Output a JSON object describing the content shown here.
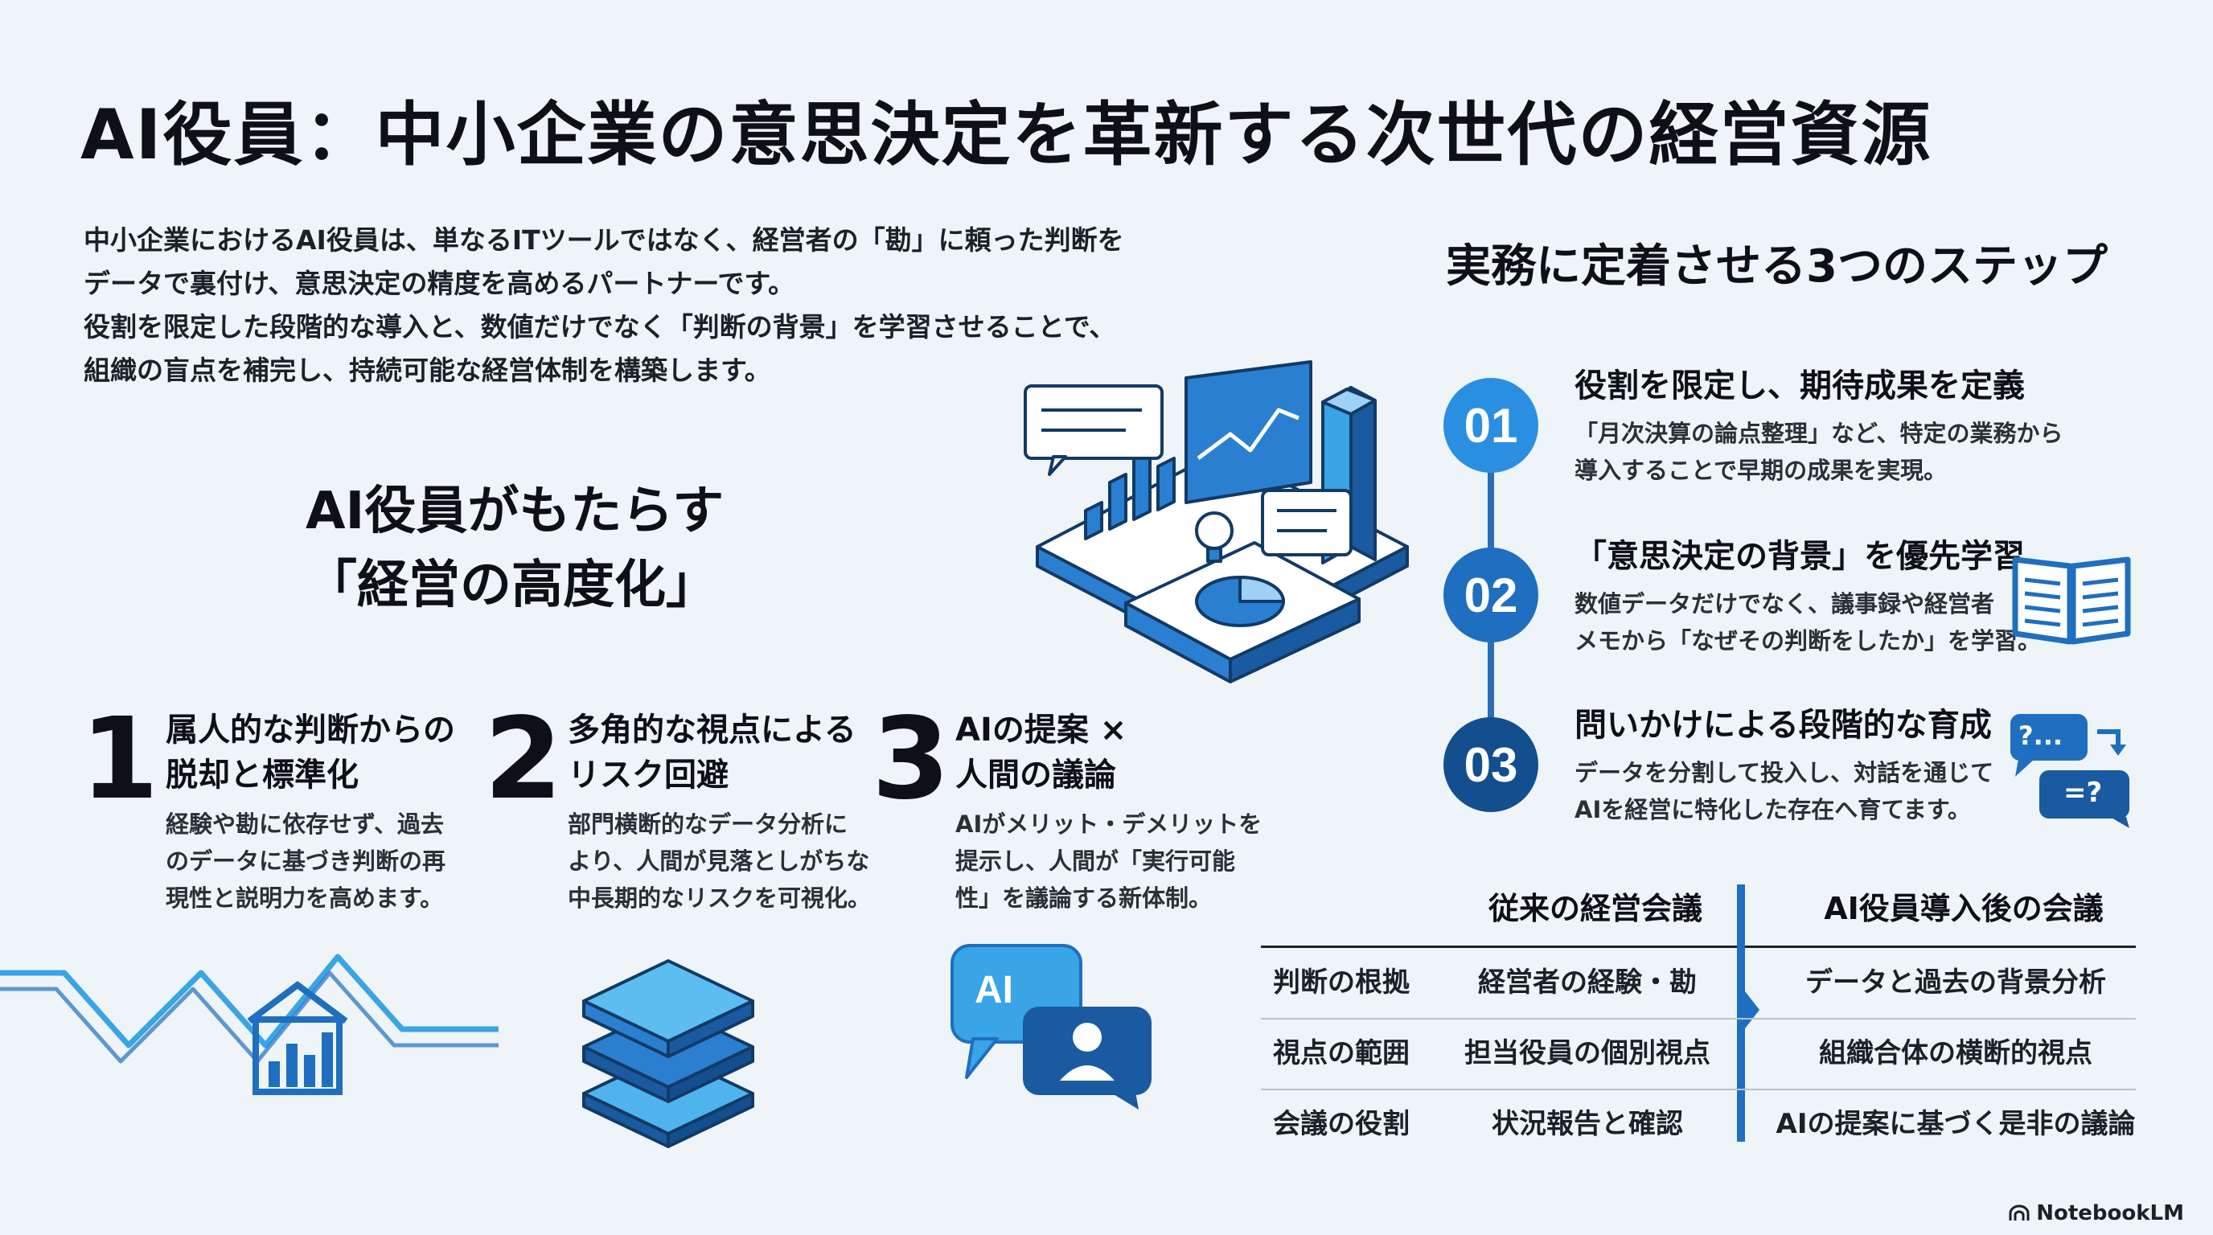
{
  "title": "AI役員：中小企業の意思決定を革新する次世代の経営資源",
  "intro": [
    "中小企業におけるAI役員は、単なるITツールではなく、経営者の「勘」に頼った判断を",
    "データで裏付け、意思決定の精度を高めるパートナーです。",
    "役割を限定した段階的な導入と、数値だけでなく「判断の背景」を学習させることで、",
    "組織の盲点を補完し、持続可能な経営体制を構築します。"
  ],
  "benefits_heading": [
    "AI役員がもたらす",
    "「経営の高度化」"
  ],
  "benefits": [
    {
      "number": "1",
      "title": [
        "属人的な判断からの",
        "脱却と標準化"
      ],
      "desc": [
        "経験や勘に依存せず、過去",
        "のデータに基づき判断の再",
        "現性と説明力を高めます。"
      ]
    },
    {
      "number": "2",
      "title": [
        "多角的な視点による",
        "リスク回避"
      ],
      "desc": [
        "部門横断的なデータ分析に",
        "より、人間が見落としがちな",
        "中長期的なリスクを可視化。"
      ]
    },
    {
      "number": "3",
      "title": [
        "AIの提案 ×",
        "人間の議論"
      ],
      "desc": [
        "AIがメリット・デメリットを",
        "提示し、人間が「実行可能",
        "性」を議論する新体制。"
      ]
    }
  ],
  "steps_heading": "実務に定着させる3つのステップ",
  "steps": [
    {
      "number": "01",
      "title": "役割を限定し、期待成果を定義",
      "desc": [
        "「月次決算の論点整理」など、特定の業務から",
        "導入することで早期の成果を実現。"
      ]
    },
    {
      "number": "02",
      "title": "「意思決定の背景」を優先学習",
      "desc": [
        "数値データだけでなく、議事録や経営者",
        "メモから「なぜその判断をしたか」を学習。"
      ]
    },
    {
      "number": "03",
      "title": "問いかけによる段階的な育成",
      "desc": [
        "データを分割して投入し、対話を通じて",
        "AIを経営に特化した存在へ育てます。"
      ]
    }
  ],
  "comparison": {
    "header_before": "従来の経営会議",
    "header_after": "AI役員導入後の会議",
    "rows": [
      {
        "label": "判断の根拠",
        "before": "経営者の経験・勘",
        "after": "データと過去の背景分析"
      },
      {
        "label": "視点の範囲",
        "before": "担当役員の個別視点",
        "after": "組織合体の横断的視点"
      },
      {
        "label": "会議の役割",
        "before": "状況報告と確認",
        "after": "AIの提案に基づく是非の議論"
      }
    ]
  },
  "icons": {
    "ai_badge": "AI",
    "question_bubble": "?...",
    "answer_bubble": "=?"
  },
  "footer": {
    "brand": "NotebookLM"
  },
  "colors": {
    "background": "#eef4f8",
    "primary_blue": "#1e6fc0",
    "light_blue": "#39a4e6",
    "dark_blue": "#134e8f",
    "text": "#151a22"
  }
}
